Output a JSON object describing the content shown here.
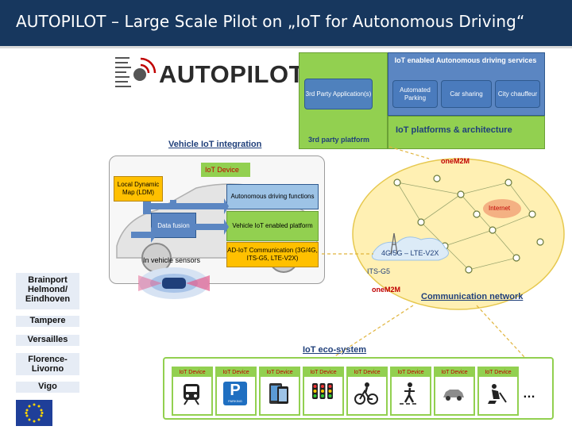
{
  "title": "AUTOPILOT – Large Scale Pilot on „IoT for Autonomous Driving“",
  "logo": {
    "text": "AUTOPILOT"
  },
  "sidebar": [
    "Brainport Helmond/ Eindhoven",
    "Tampere",
    "Versailles",
    "Florence-Livorno",
    "Vigo"
  ],
  "top_right": {
    "heading": "IoT enabled Autonomous driving services",
    "services": [
      "Automated Parking",
      "Car sharing",
      "City chauffeur"
    ],
    "third_party_app": "3rd Party Application(s)",
    "third_party_platform": "3rd party platform",
    "platforms": "IoT platforms & architecture"
  },
  "vehicle": {
    "heading": "Vehicle IoT integration",
    "iot_device": "IoT Device",
    "ldm": "Local Dynamic Map (LDM)",
    "data_fusion": "Data fusion",
    "autonomous": "Autonomous driving functions",
    "vehicle_platform": "Vehicle IoT enabled platform",
    "adhoc": "AD-IoT Communication (3G/4G, ITS-G5, LTE-V2X)",
    "sensors": "In vehicle sensors"
  },
  "network": {
    "onem2m_1": "oneM2M",
    "onem2m_2": "oneM2M",
    "internet": "Internet",
    "cellular": "4G/5G – LTE-V2X",
    "its": "ITS-G5",
    "label": "Communication network"
  },
  "ecosystem": {
    "label": "IoT eco-system",
    "device_label": "IoT Device",
    "devices": [
      "train",
      "parking",
      "smartphone",
      "traffic-light",
      "bicycle",
      "pedestrian",
      "car",
      "roadworks"
    ],
    "parking_text": "P",
    "parking_sub": "PARKING",
    "more": "…"
  },
  "colors": {
    "title_bg": "#17375e",
    "green": "#92d050",
    "blue": "#4f81bd",
    "ellipse": "#fff0b3"
  }
}
